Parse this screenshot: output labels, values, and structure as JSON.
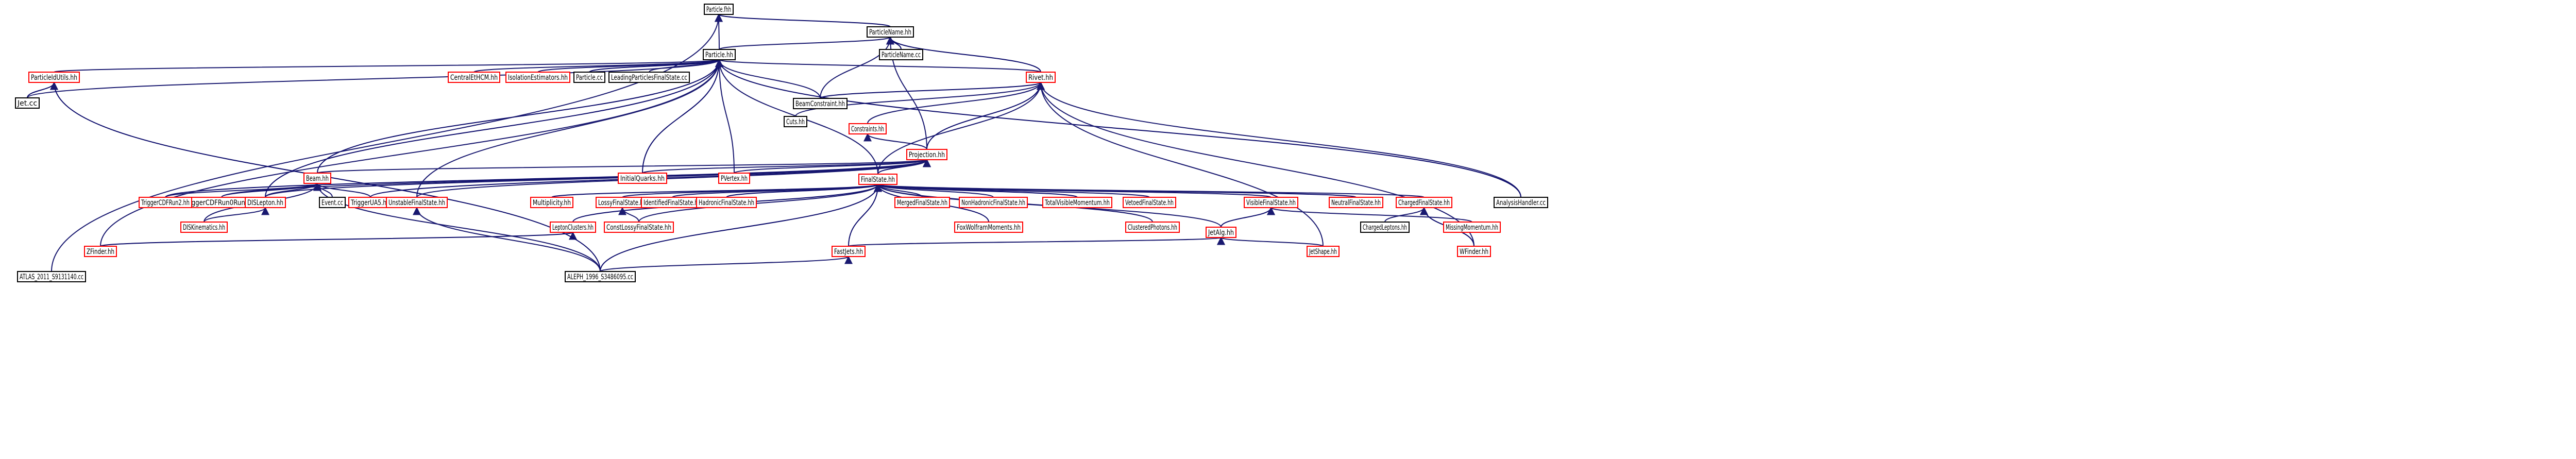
{
  "title": "",
  "colors": {
    "node_fill": "#ffffff",
    "node_border_default": "#000000",
    "node_border_incomplete": "#ff0000",
    "node_fill_selected": "#bfbfbf",
    "edge_main": "#191970",
    "edge_alt": "#0b0b6b"
  },
  "nodes": [
    {
      "id": "particle_fh",
      "label": "Particle.fhh",
      "style": "selected"
    },
    {
      "id": "particlename_hh",
      "label": "ParticleName.hh",
      "style": "black"
    },
    {
      "id": "particle_hh",
      "label": "Particle.hh",
      "style": "black"
    },
    {
      "id": "particlename_cc",
      "label": "ParticleName.cc",
      "style": "black"
    },
    {
      "id": "particleidutils_hh",
      "label": "ParticleIdUtils.hh",
      "style": "red"
    },
    {
      "id": "jet_cc",
      "label": "Jet.cc",
      "style": "black"
    },
    {
      "id": "centraletcm_hh",
      "label": "CentralEtHCM.hh",
      "style": "red"
    },
    {
      "id": "isolationestimators_hh",
      "label": "IsolationEstimators.hh",
      "style": "red"
    },
    {
      "id": "particle_cc",
      "label": "Particle.cc",
      "style": "black"
    },
    {
      "id": "leadingparticlesfs_cc",
      "label": "LeadingParticlesFinalState.cc",
      "style": "black"
    },
    {
      "id": "rivet_hh",
      "label": "Rivet.hh",
      "style": "red"
    },
    {
      "id": "beamconstraint_hh",
      "label": "BeamConstraint.hh",
      "style": "black"
    },
    {
      "id": "cuts_hh",
      "label": "Cuts.hh",
      "style": "black"
    },
    {
      "id": "constraints_hh",
      "label": "Constraints.hh",
      "style": "red"
    },
    {
      "id": "projection_hh",
      "label": "Projection.hh",
      "style": "red"
    },
    {
      "id": "beam_hh",
      "label": "Beam.hh",
      "style": "red"
    },
    {
      "id": "initialquarks_hh",
      "label": "InitialQuarks.hh",
      "style": "red"
    },
    {
      "id": "pvertex_hh",
      "label": "PVertex.hh",
      "style": "red"
    },
    {
      "id": "finalstate_hh",
      "label": "FinalState.hh",
      "style": "red"
    },
    {
      "id": "triggercdfrun0run1_hh",
      "label": "TriggerCDFRun0Run1.hh",
      "style": "red"
    },
    {
      "id": "triggercdfrun2_hh",
      "label": "TriggerCDFRun2.hh",
      "style": "red"
    },
    {
      "id": "dislepton_hh",
      "label": "DISLepton.hh",
      "style": "red"
    },
    {
      "id": "event_cc",
      "label": "Event.cc",
      "style": "black"
    },
    {
      "id": "triggerua5_hh",
      "label": "TriggerUA5.hh",
      "style": "red"
    },
    {
      "id": "unstablefinalstate_hh",
      "label": "UnstableFinalState.hh",
      "style": "red"
    },
    {
      "id": "multiplicity_hh",
      "label": "Multiplicity.hh",
      "style": "red"
    },
    {
      "id": "lossyfinalstate_hh",
      "label": "LossyFinalState.hh",
      "style": "red"
    },
    {
      "id": "identifiedfinalstate_hh",
      "label": "IdentifiedFinalState.hh",
      "style": "red"
    },
    {
      "id": "hadronicfinalstate_hh",
      "label": "HadronicFinalState.hh",
      "style": "red"
    },
    {
      "id": "mergedfinalstate_hh",
      "label": "MergedFinalState.hh",
      "style": "red"
    },
    {
      "id": "nonhadronicfinalstate_hh",
      "label": "NonHadronicFinalState.hh",
      "style": "red"
    },
    {
      "id": "totalvisiblemomentum_hh",
      "label": "TotalVisibleMomentum.hh",
      "style": "red"
    },
    {
      "id": "vetoedfinalstate_hh",
      "label": "VetoedFinalState.hh",
      "style": "red"
    },
    {
      "id": "visiblefinalstate_hh",
      "label": "VisibleFinalState.hh",
      "style": "red"
    },
    {
      "id": "neutralfinalstate_hh",
      "label": "NeutralFinalState.hh",
      "style": "red"
    },
    {
      "id": "chargedfinalstate_hh",
      "label": "ChargedFinalState.hh",
      "style": "red"
    },
    {
      "id": "analysishandler_cc",
      "label": "AnalysisHandler.cc",
      "style": "black"
    },
    {
      "id": "diskinematics_hh",
      "label": "DISKinematics.hh",
      "style": "red"
    },
    {
      "id": "leptonclusters_hh",
      "label": "LeptonClusters.hh",
      "style": "red"
    },
    {
      "id": "constlossyfinalstate_hh",
      "label": "ConstLossyFinalState.hh",
      "style": "red"
    },
    {
      "id": "foxwolframmoments_hh",
      "label": "FoxWolframMoments.hh",
      "style": "red"
    },
    {
      "id": "clusteredphotons_hh",
      "label": "ClusteredPhotons.hh",
      "style": "red"
    },
    {
      "id": "jetalg_hh",
      "label": "JetAlg.hh",
      "style": "red"
    },
    {
      "id": "chargedleptons_hh",
      "label": "ChargedLeptons.hh",
      "style": "black"
    },
    {
      "id": "missingmomentum_hh",
      "label": "MissingMomentum.hh",
      "style": "red"
    },
    {
      "id": "zfinder_hh",
      "label": "ZFinder.hh",
      "style": "red"
    },
    {
      "id": "fastjets_hh",
      "label": "FastJets.hh",
      "style": "red"
    },
    {
      "id": "jetshape_hh",
      "label": "JetShape.hh",
      "style": "red"
    },
    {
      "id": "wfinder_hh",
      "label": "WFinder.hh",
      "style": "red"
    },
    {
      "id": "atlas_2011_cc",
      "label": "ATLAS_2011_S9131140.cc",
      "style": "black"
    },
    {
      "id": "aleph_1996_cc",
      "label": "ALEPH_1996_S3486095.cc",
      "style": "black"
    }
  ]
}
